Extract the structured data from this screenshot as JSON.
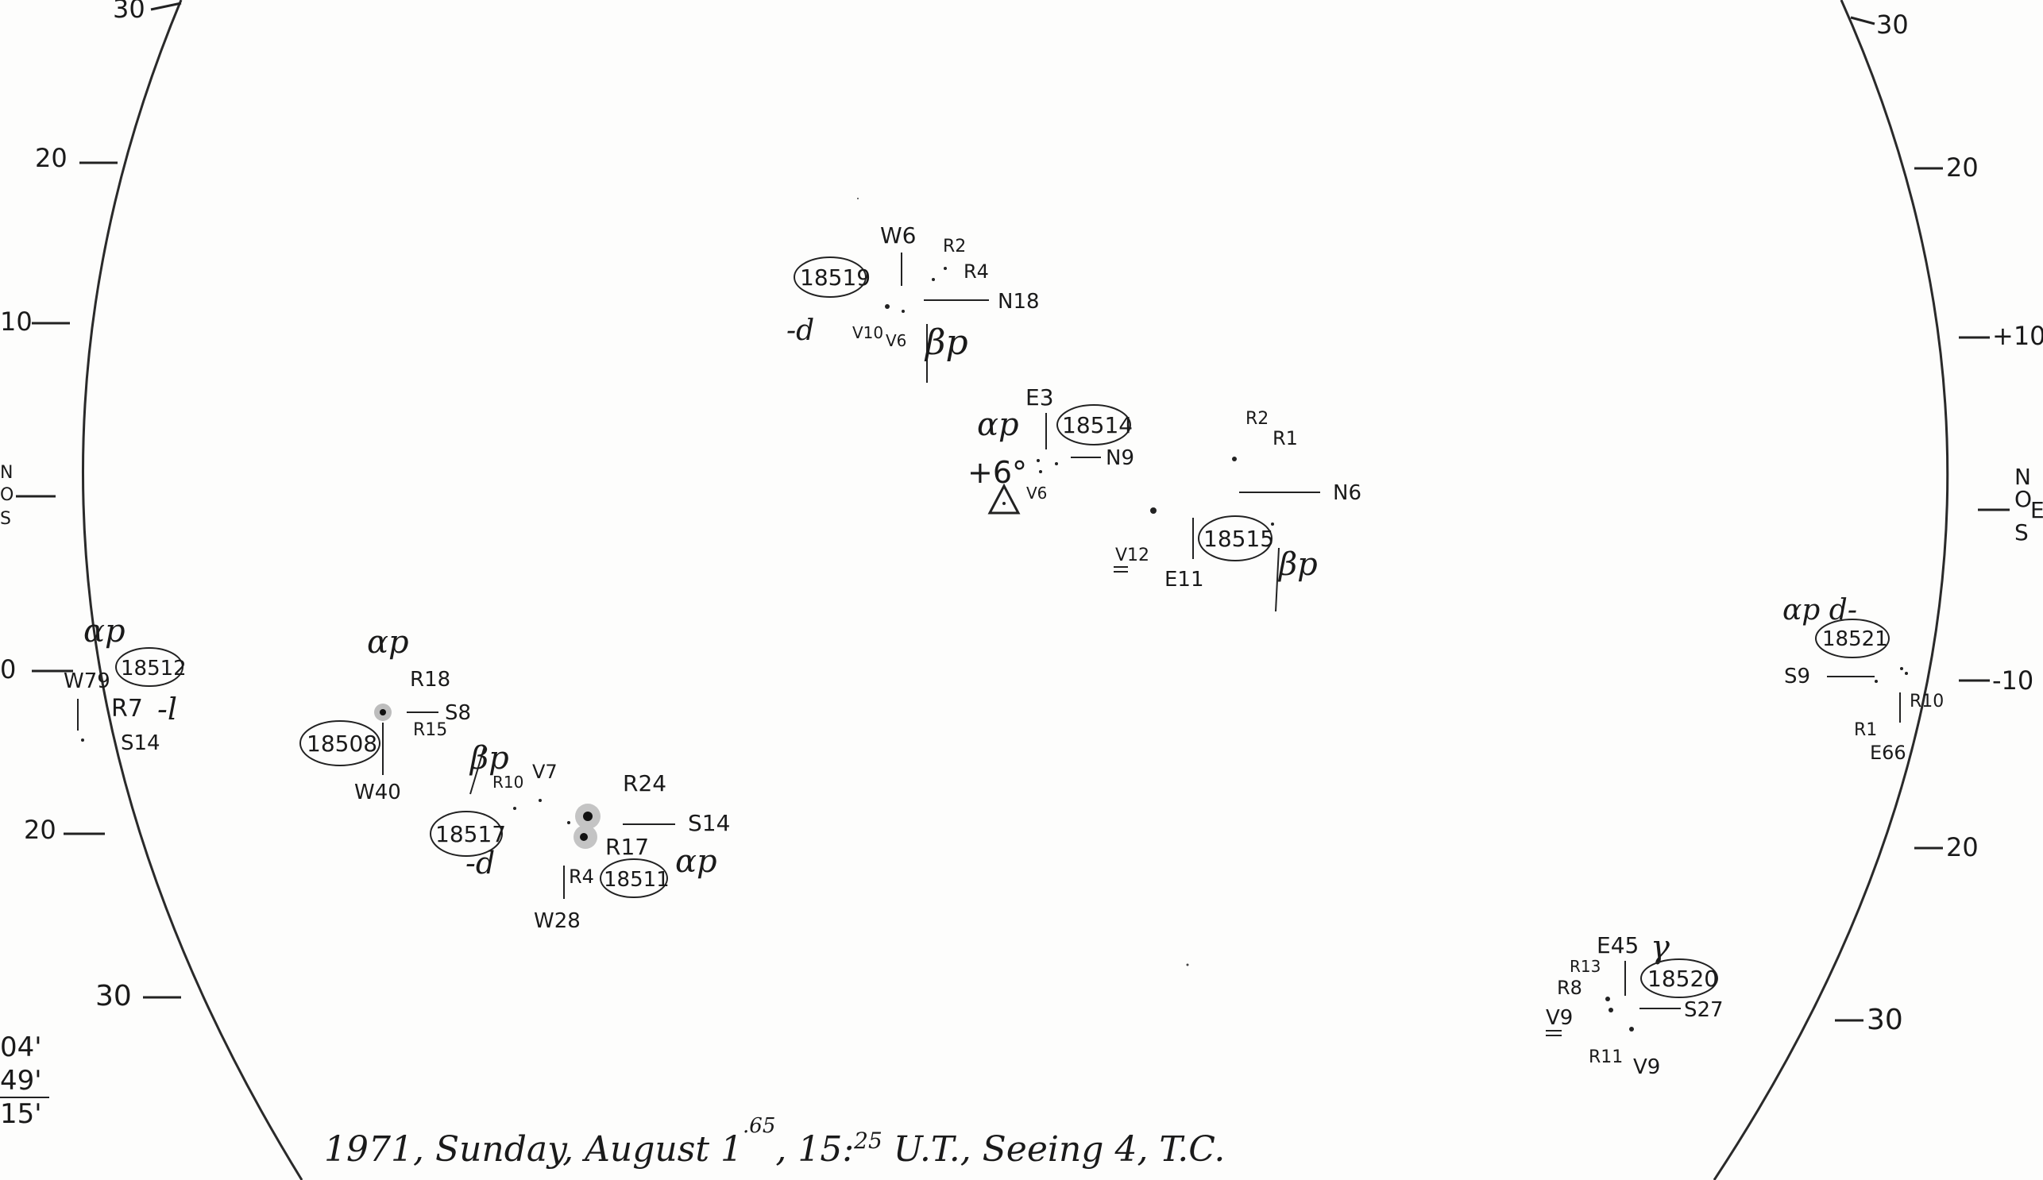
{
  "limb_scale_left": {
    "ticks": [
      "30",
      "20",
      "10",
      "N",
      "O",
      "S",
      "0",
      "20",
      "30"
    ],
    "radius_values": [
      "04'",
      "49'",
      "15'"
    ]
  },
  "limb_scale_right": {
    "ticks": [
      "30",
      "20",
      "+10",
      "N",
      "O",
      "E",
      "S",
      "-10",
      "20",
      "30"
    ]
  },
  "groups": {
    "g18519": {
      "number": "18519",
      "position": "W6",
      "labels": [
        "R2",
        "R4",
        "N18",
        "V10",
        "V6"
      ],
      "class": "βp",
      "mark": "-d"
    },
    "g18514": {
      "number": "18514",
      "position": "E3",
      "labels": [
        "N9",
        "V6"
      ],
      "class": "αp",
      "mark": "+6°"
    },
    "g18515": {
      "number": "18515",
      "position": "E11",
      "labels": [
        "R2",
        "R1",
        "N6",
        "V12"
      ],
      "class": "βp"
    },
    "g18512": {
      "number": "18512",
      "position": "W79",
      "labels": [
        "R7",
        "S14"
      ],
      "class": "αp",
      "mark": "-l"
    },
    "g18508": {
      "number": "18508",
      "position": "W40",
      "labels": [
        "R18",
        "S8",
        "R15"
      ],
      "class": "αp"
    },
    "g18517": {
      "number": "18517",
      "labels": [
        "R10",
        "V7"
      ],
      "class": "βp",
      "mark": "-d"
    },
    "g18511": {
      "number": "18511",
      "position": "W28",
      "labels": [
        "R24",
        "S14",
        "R17",
        "R4"
      ],
      "class": "αp"
    },
    "g18521": {
      "number": "18521",
      "position": "E66",
      "labels": [
        "S9",
        "R1",
        "R10"
      ],
      "class": "αp d-"
    },
    "g18520": {
      "number": "18520",
      "position": "E45",
      "labels": [
        "R13",
        "R8",
        "V9",
        "S27",
        "R11",
        "V9"
      ],
      "class": "γ"
    }
  },
  "footer": {
    "caption": "1971, Sunday, August 1",
    "fraction": ".65",
    "time": ", 15:",
    "minutes": "25",
    "rest": " U.T., Seeing 4, T.C."
  }
}
